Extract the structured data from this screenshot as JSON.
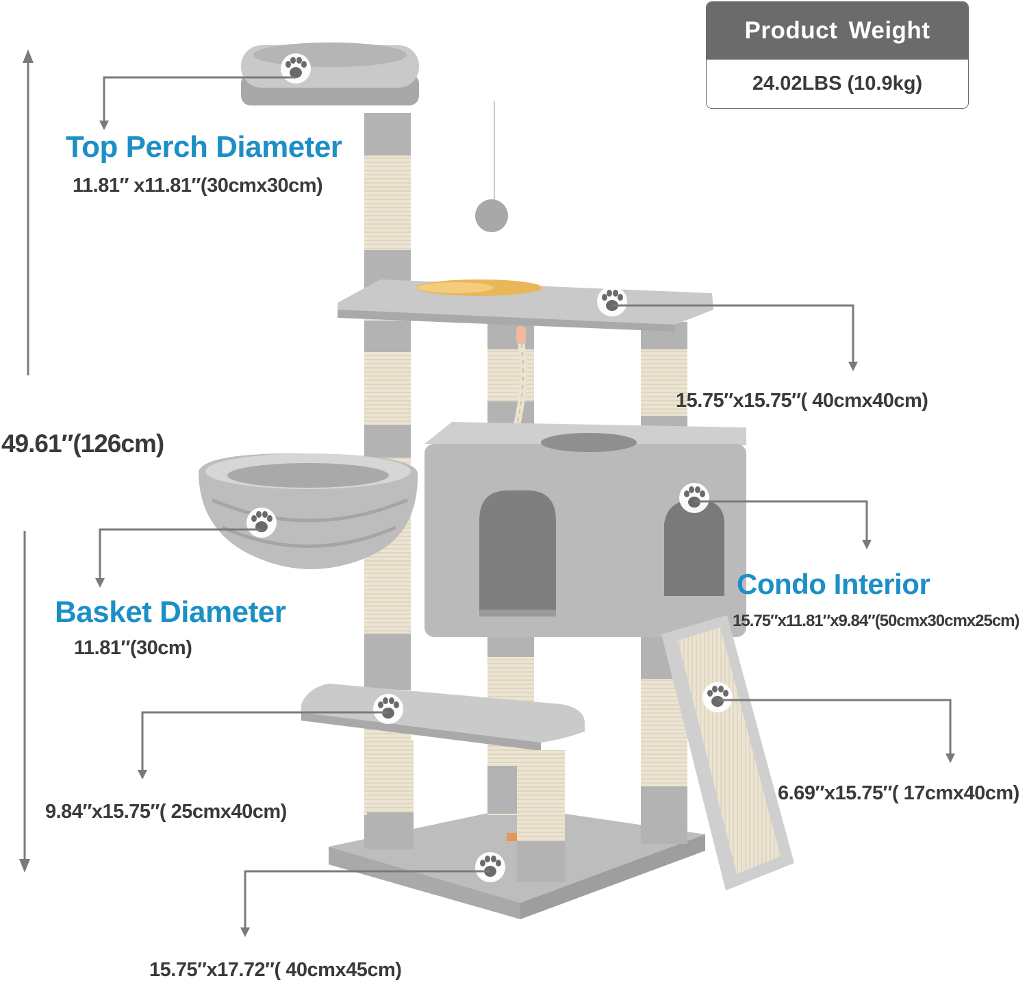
{
  "weight": {
    "header": "Product  Weight",
    "value": "24.02LBS (10.9kg)"
  },
  "labels": {
    "top_perch_title": "Top Perch Diameter",
    "top_perch_dim": "11.81″ x11.81″(30cmx30cm)",
    "platform_dim": "15.75″x15.75″( 40cmx40cm)",
    "height_dim": "49.61″(126cm)",
    "basket_title": "Basket Diameter",
    "basket_dim": "11.81″(30cm)",
    "condo_title": "Condo Interior",
    "condo_dim": "15.75″x11.81″x9.84″(50cmx30cmx25cm)",
    "lower_platform_dim": "9.84″x15.75″( 25cmx40cm)",
    "ramp_dim": "6.69″x15.75″( 17cmx40cm)",
    "base_dim": "15.75″x17.72″( 40cmx45cm)"
  },
  "colors": {
    "accent_blue": "#1c8fc7",
    "text_gray": "#3a3a3a",
    "plush_gray": "#c4c4c4",
    "sisal": "#ece4d2",
    "header_gray": "#6b6b6b"
  },
  "icons": [
    "paw-icon",
    "pompom-ball",
    "food-bowl"
  ]
}
